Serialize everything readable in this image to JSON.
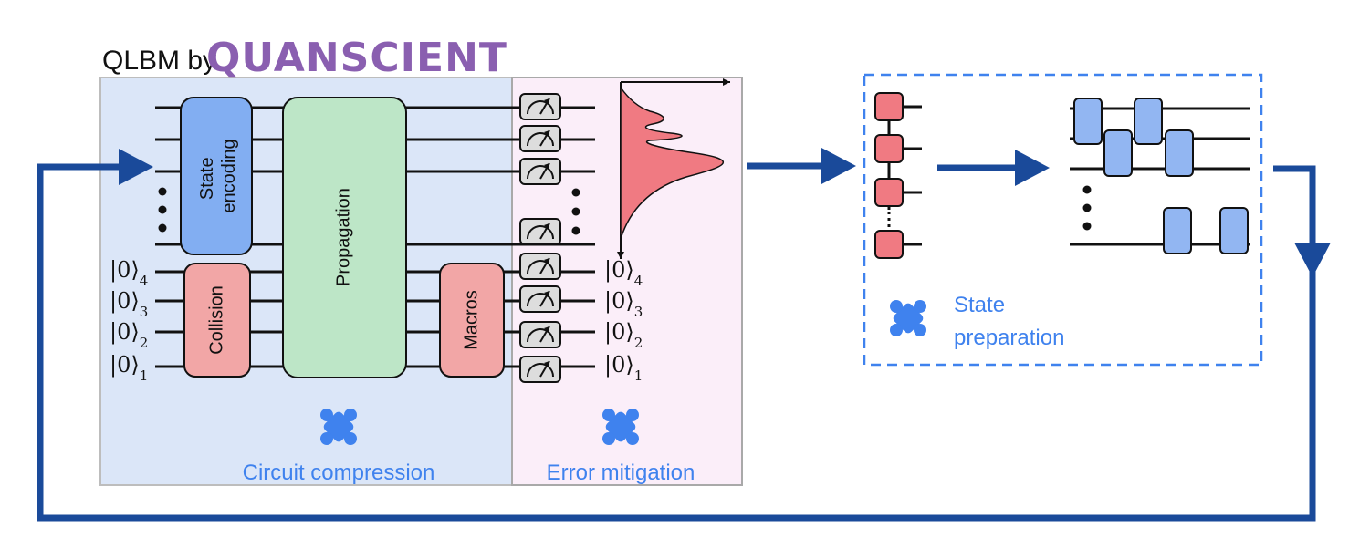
{
  "header": {
    "prefix": "QLBM by",
    "brand": "QUANSCIENT"
  },
  "circuit": {
    "blocks": {
      "state_encoding": [
        "State",
        "encoding"
      ],
      "propagation": "Propagation",
      "collision": "Collision",
      "macros": "Macros"
    },
    "ancilla_labels": [
      "|0⟩4",
      "|0⟩3",
      "|0⟩2",
      "|0⟩1"
    ],
    "ancilla_main": "|0⟩",
    "ancilla_subs": [
      "4",
      "3",
      "2",
      "1"
    ],
    "output_subs": [
      "4",
      "3",
      "2",
      "1"
    ]
  },
  "captions": {
    "circuit_compression": "Circuit compression",
    "error_mitigation": "Error mitigation",
    "state_preparation": [
      "State",
      "preparation"
    ]
  },
  "colors": {
    "loop_arrow": "#1a4a9a",
    "compression_bg": "#dbe6f8",
    "mitigation_bg": "#fbeef9",
    "state_encoding": "#82aef2",
    "propagation": "#bde6c7",
    "collision": "#f2a6a6",
    "histogram": "#f07a82",
    "logo": "#3f82ee",
    "caption_blue": "#3f82ee",
    "state_prep_gate": "#92b6f2"
  }
}
